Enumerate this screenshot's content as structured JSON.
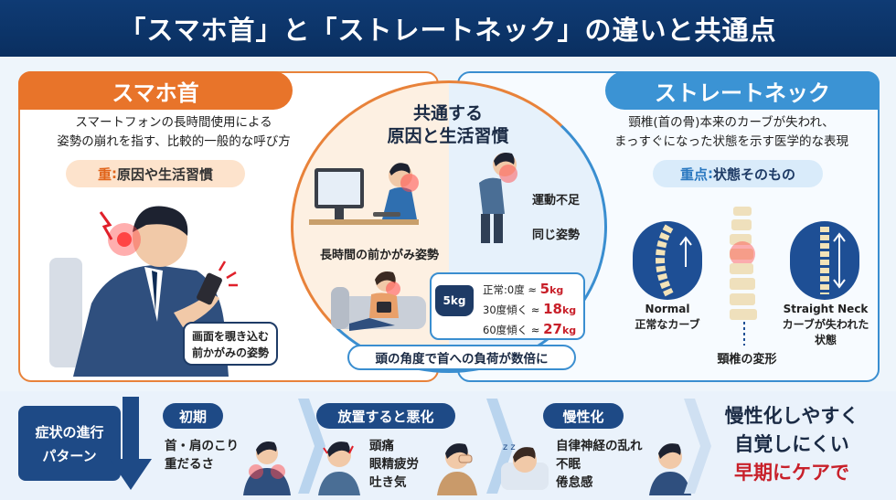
{
  "header": {
    "title": "「スマホ首」と「ストレートネック」の違いと共通点"
  },
  "left": {
    "title": "スマホ首",
    "desc_line1": "スマートフォンの長時間使用による",
    "desc_line2": "姿勢の崩れを指す、比較的一般的な呼び方",
    "key_prefix": "重",
    "key_sep": ":",
    "key_text": "原因や生活習慣",
    "callout_line1": "画面を覗き込む",
    "callout_line2": "前かがみの姿勢"
  },
  "center": {
    "title_line1": "共通する",
    "title_line2": "原因と生活習慣",
    "label_forward": "長時間の前かがみ姿勢",
    "label_exercise": "運動不足",
    "label_posture": "同じ姿勢",
    "weight_label": "5kg",
    "loads": [
      {
        "label": "正常:0度 ≈ ",
        "value": "5",
        "unit": "kg"
      },
      {
        "label": "30度傾く ≈ ",
        "value": "18",
        "unit": "kg"
      },
      {
        "label": "60度傾く ≈ ",
        "value": "27",
        "unit": "kg"
      }
    ],
    "banner": "頭の角度で首への負荷が数倍に"
  },
  "right": {
    "title": "ストレートネック",
    "desc_line1": "頸椎(首の骨)本来のカーブが失われ、",
    "desc_line2": "まっすぐになった状態を示す医学的な表現",
    "key_prefix": "重点",
    "key_sep": ":",
    "key_text": "状態そのもの",
    "normal_en": "Normal",
    "normal_jp": "正常なカーブ",
    "straight_en": "Straight Neck",
    "straight_jp1": "カーブが失われた",
    "straight_jp2": "状態",
    "deform": "頸椎の変形"
  },
  "progress": {
    "label_line1": "症状の進行",
    "label_line2": "パターン",
    "stages": [
      {
        "title": "初期",
        "lines": [
          "首・肩のこり",
          "重だるさ"
        ]
      },
      {
        "title": "放置すると悪化",
        "lines": [
          "頭痛",
          "眼精疲労",
          "吐き気"
        ]
      },
      {
        "title": "慢性化",
        "lines": [
          "自律神経の乱れ",
          "不眠",
          "倦怠感"
        ]
      }
    ],
    "conclusion_line1": "慢性化しやすく",
    "conclusion_line2": "自覚しにくい",
    "conclusion_line3": "早期にケアで"
  },
  "colors": {
    "navy": "#0f3b74",
    "orange": "#e8742a",
    "blue": "#3b93d4",
    "alert_red": "#c8202a"
  }
}
